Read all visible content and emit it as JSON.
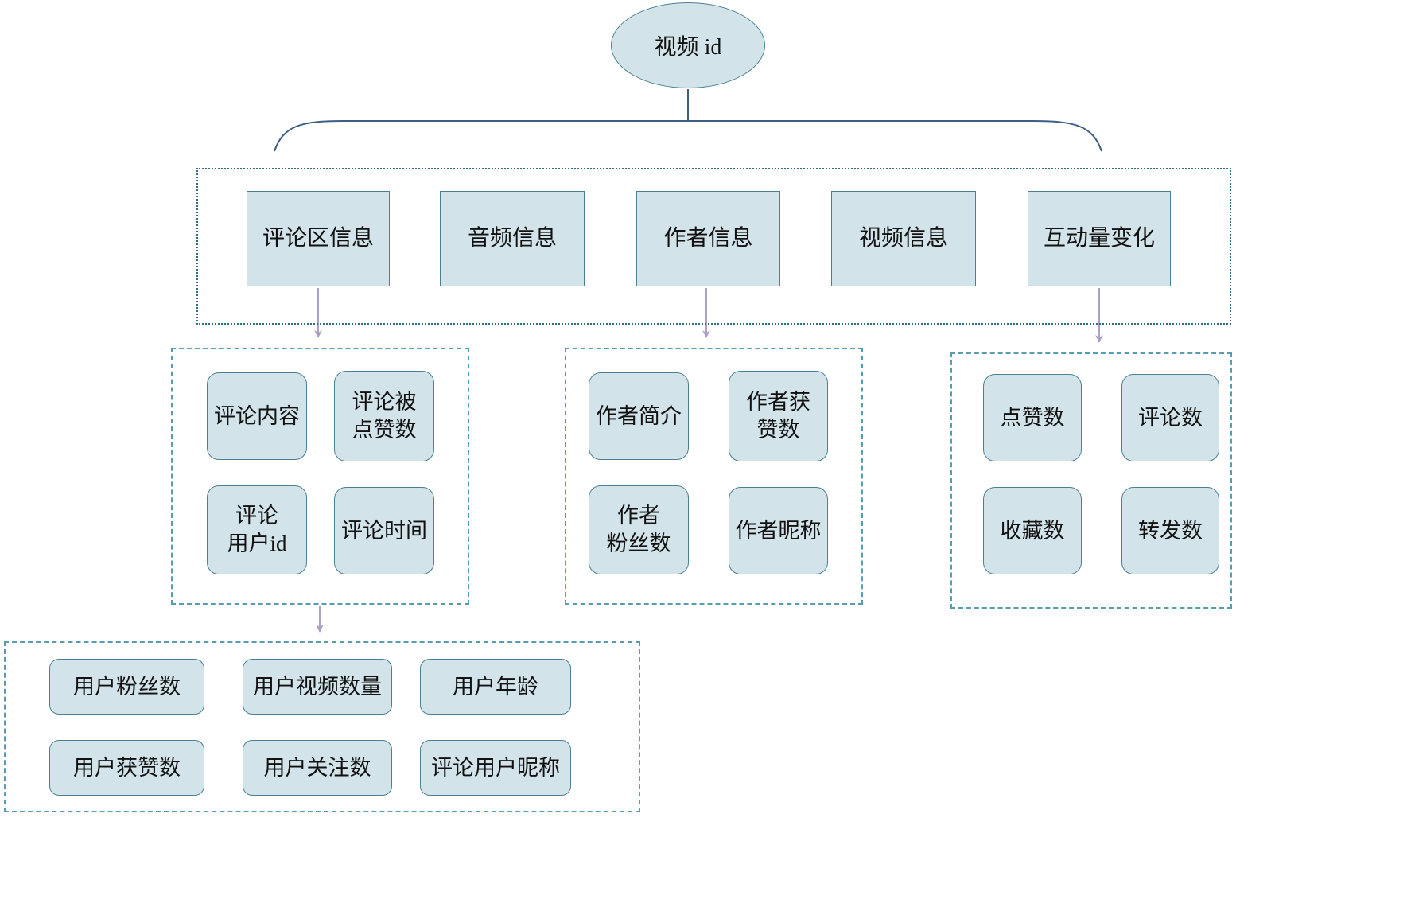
{
  "diagram": {
    "root_label": "视频 id",
    "level1": [
      "评论区信息",
      "音频信息",
      "作者信息",
      "视频信息",
      "互动量变化"
    ],
    "comment_group": [
      "评论内容",
      "评论被\n点赞数",
      "评论\n用户id",
      "评论时间"
    ],
    "author_group": [
      "作者简介",
      "作者获\n赞数",
      "作者\n粉丝数",
      "作者昵称"
    ],
    "interaction_group": [
      "点赞数",
      "评论数",
      "收藏数",
      "转发数"
    ],
    "comment_user_group": [
      "用户粉丝数",
      "用户视频数量",
      "用户年龄",
      "用户获赞数",
      "用户关注数",
      "评论用户昵称"
    ],
    "colors": {
      "node_fill": "#d2e4ea",
      "node_border": "#4a8191",
      "dashed_border": "#569cb2",
      "arrow": "#ad9fc5",
      "brace": "#3e5f82"
    }
  }
}
